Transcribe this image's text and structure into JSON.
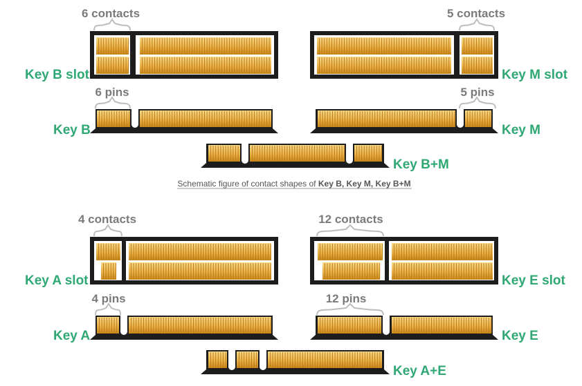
{
  "colors": {
    "green": "#2fa874",
    "gray": "#7a7a7a",
    "gold_light": "#f6cf78",
    "gold_dark": "#d18f1e",
    "board": "#1d1d1d"
  },
  "top_section": {
    "key_b_slot": {
      "label": "Key B slot",
      "contacts_label": "6 contacts"
    },
    "key_m_slot": {
      "label": "Key M slot",
      "contacts_label": "5 contacts"
    },
    "key_b": {
      "label": "Key B",
      "pins_label": "6 pins"
    },
    "key_m": {
      "label": "Key M",
      "pins_label": "5 pins"
    },
    "key_bm": {
      "label": "Key B+M"
    },
    "caption": {
      "prefix": "Schematic figure of contact shapes of ",
      "keys": "Key B, Key M, Key B+M"
    }
  },
  "bottom_section": {
    "key_a_slot": {
      "label": "Key A slot",
      "contacts_label": "4 contacts"
    },
    "key_e_slot": {
      "label": "Key E slot",
      "contacts_label": "12 contacts"
    },
    "key_a": {
      "label": "Key A",
      "pins_label": "4 pins"
    },
    "key_e": {
      "label": "Key E",
      "pins_label": "12 pins"
    },
    "key_ae": {
      "label": "Key A+E"
    }
  }
}
